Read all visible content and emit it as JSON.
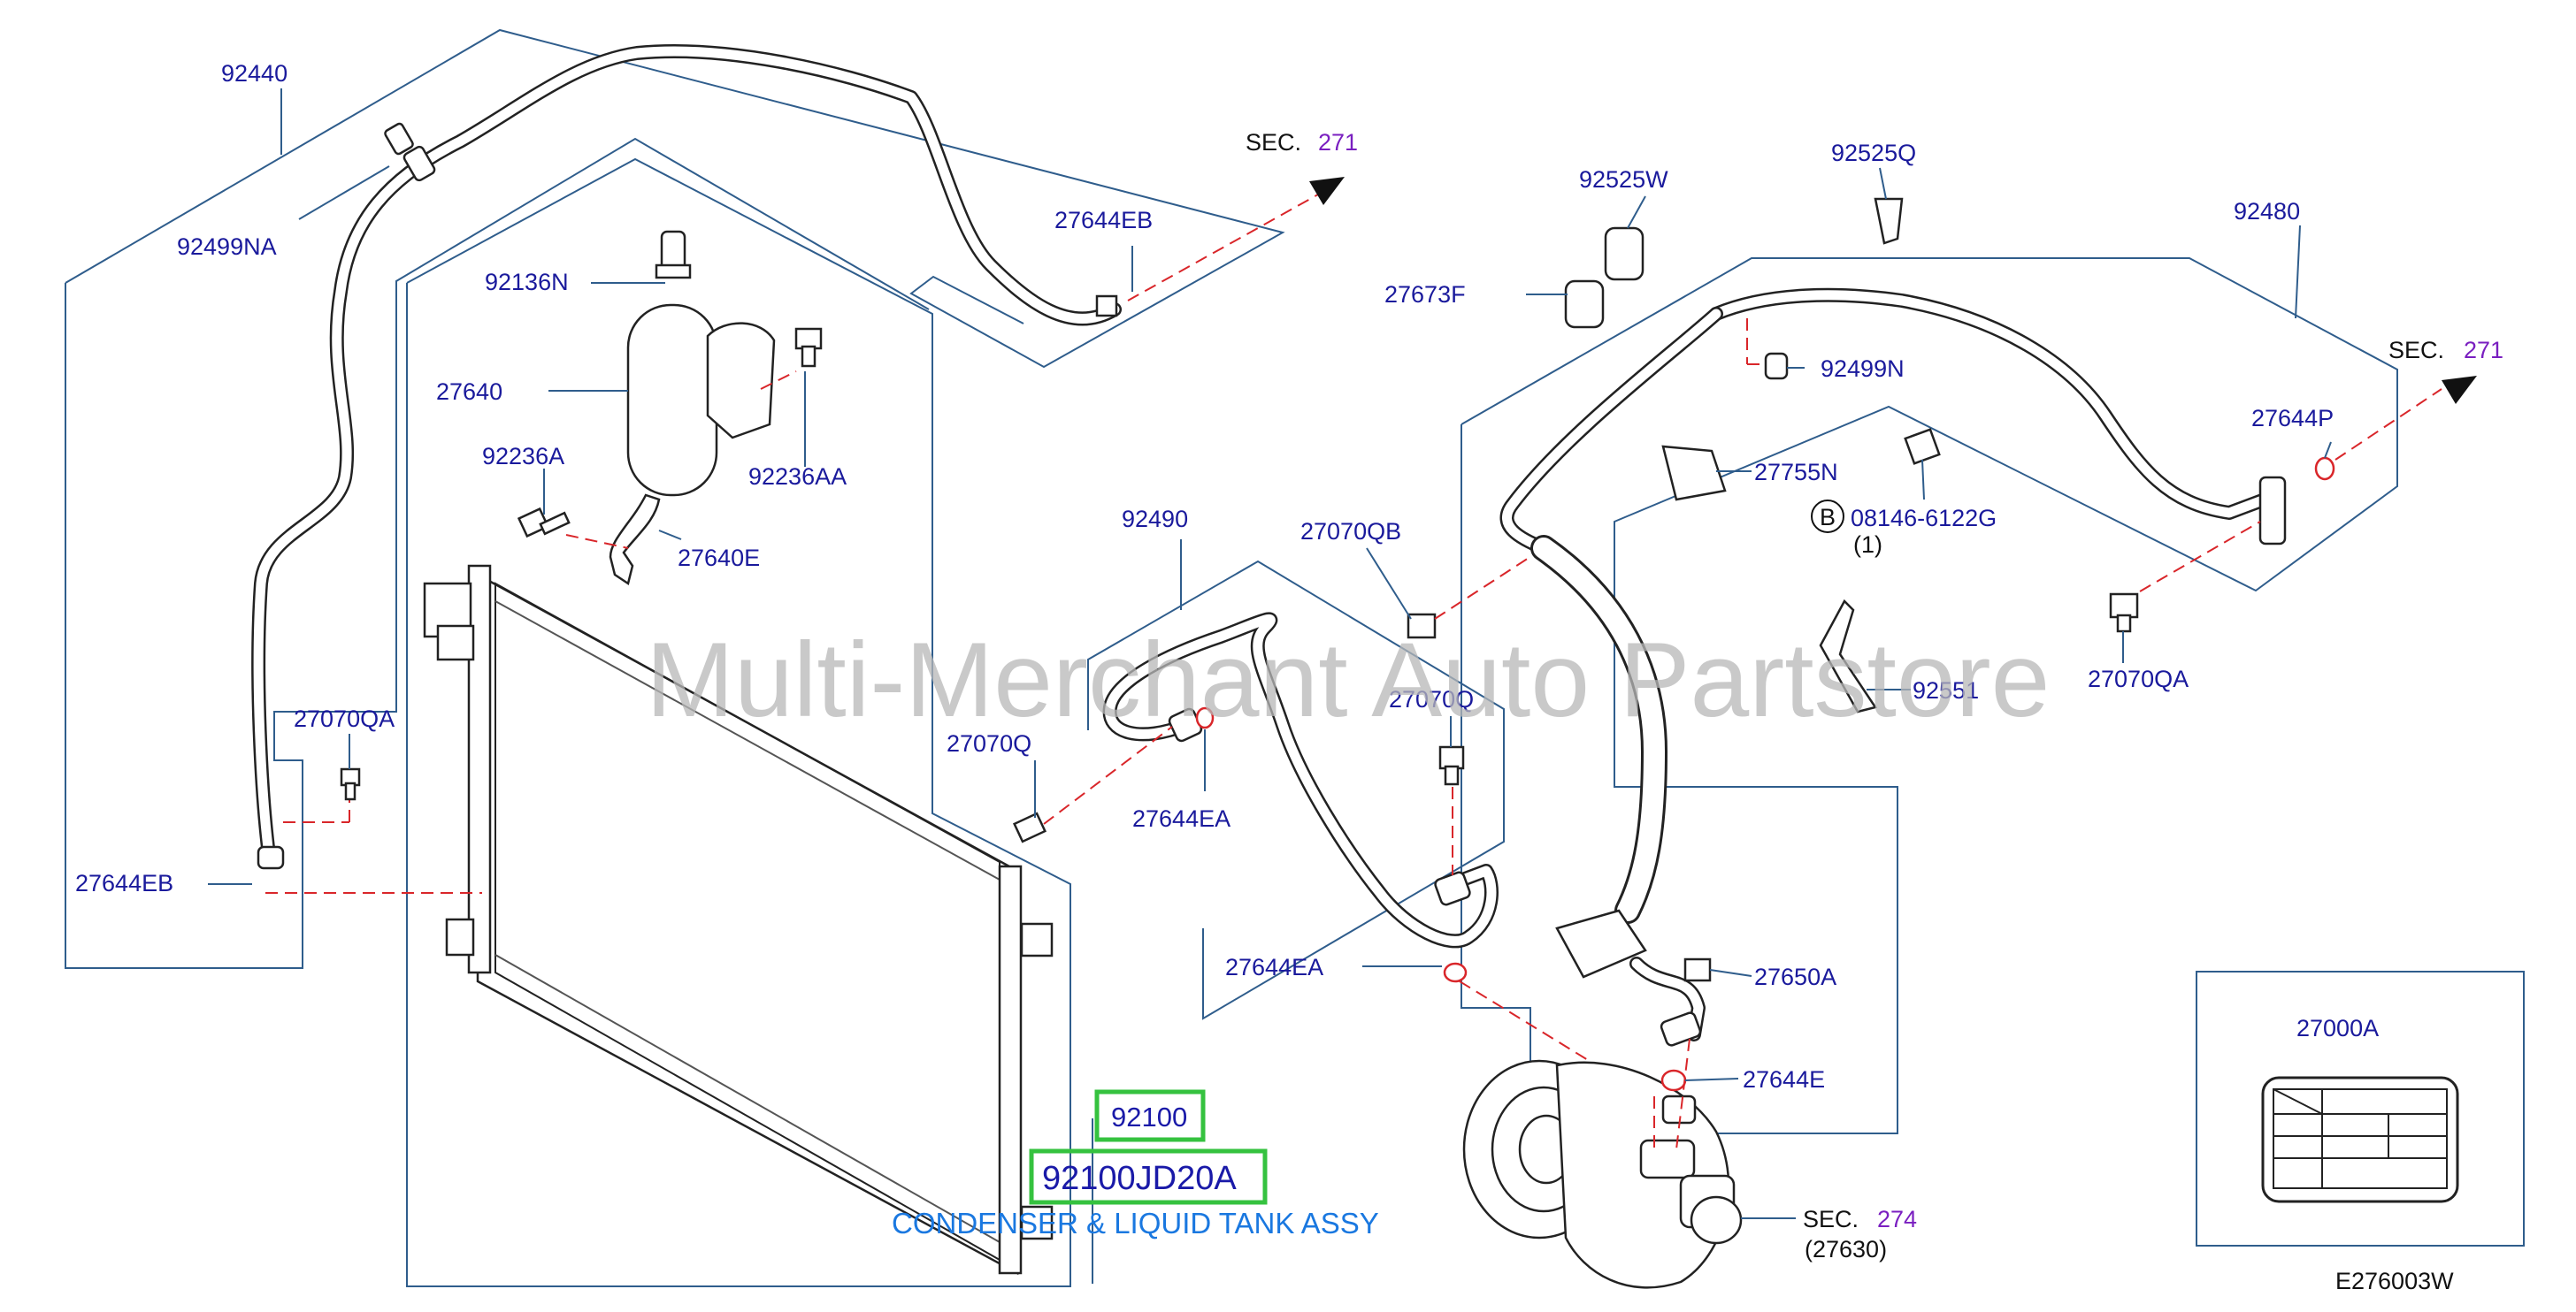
{
  "labels": {
    "p92440": "92440",
    "p92499NA": "92499NA",
    "p92136N": "92136N",
    "p27640": "27640",
    "p92236A": "92236A",
    "p92236AA": "92236AA",
    "p27640E": "27640E",
    "p27070QA_left": "27070QA",
    "p27644EB_left": "27644EB",
    "p27644EB_top": "27644EB",
    "p92490": "92490",
    "p27070QB": "27070QB",
    "p27070Q_right": "27070Q",
    "p27070Q_left": "27070Q",
    "p27644EA_upper": "27644EA",
    "p27644EA_lower": "27644EA",
    "p92525W": "92525W",
    "p92525Q": "92525Q",
    "p27673F": "27673F",
    "p92499N": "92499N",
    "p92480": "92480",
    "p27644P": "27644P",
    "p27755N": "27755N",
    "p08146_6122G": "08146-6122G",
    "p08146_qty": "(1)",
    "p_b_marker": "B",
    "p92551": "92551",
    "p27070QA_right": "27070QA",
    "p27650A": "27650A",
    "p27644E": "27644E",
    "p27000A": "27000A",
    "p92100": "92100",
    "p92100JD20A": "92100JD20A",
    "p92100_desc": "CONDENSER & LIQUID TANK ASSY",
    "sec_271_top_prefix": "SEC.",
    "sec_271_top_num": "271",
    "sec_271_right_prefix": "SEC.",
    "sec_271_right_num": "271",
    "sec_274_prefix": "SEC.",
    "sec_274_num": "274",
    "sec_274_sub": "(27630)",
    "diagram_code": "E276003W"
  },
  "watermark": "Multi-Merchant Auto Partstore",
  "colors": {
    "part_label": "#1a1a9c",
    "section_ref": "#7a1fc0",
    "highlight_box": "#35c23f",
    "description": "#1a78e0",
    "boundary_line": "#2f5d8c",
    "dashed_line": "#d9262a"
  },
  "highlighted_parts": [
    "92100",
    "92100JD20A"
  ]
}
